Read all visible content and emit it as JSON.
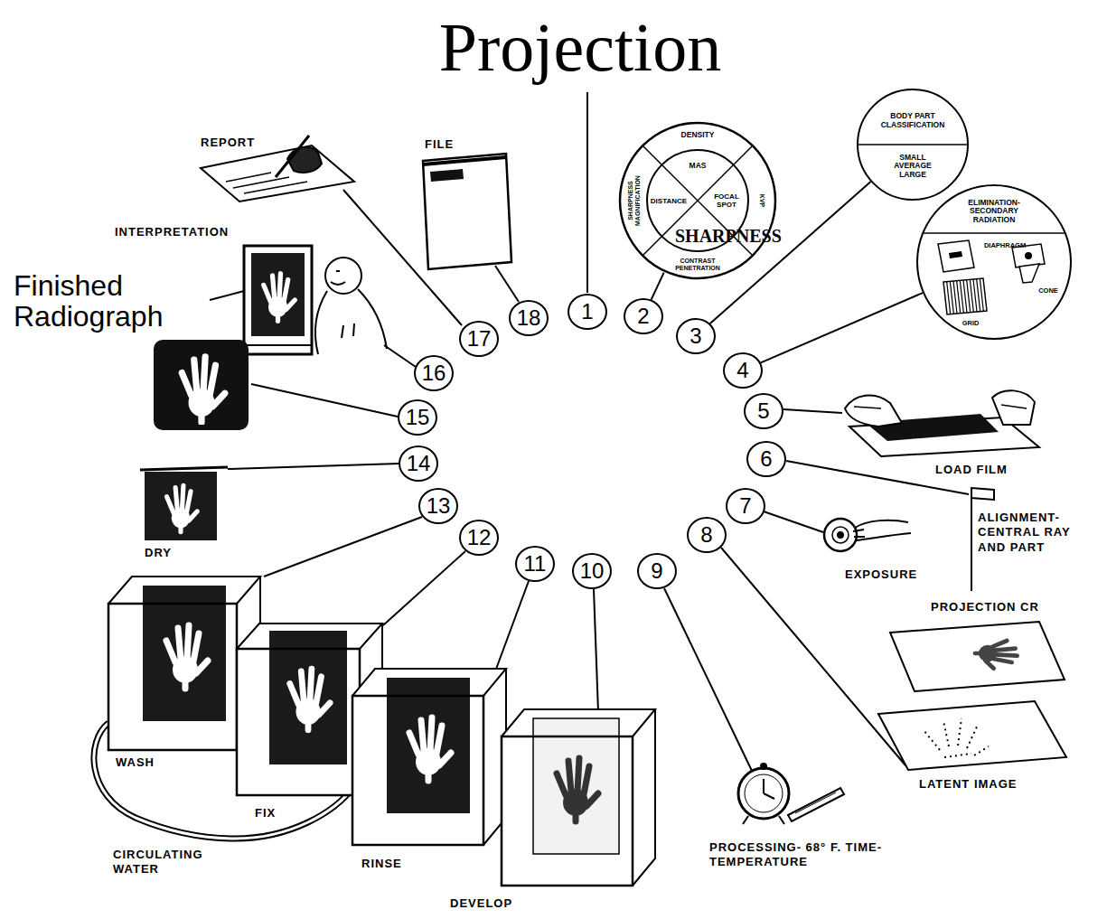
{
  "diagram": {
    "title": "Projection",
    "nodes": [
      {
        "text": [
          "1"
        ]
      },
      {
        "text": [
          "2"
        ]
      },
      {
        "text": [
          "3"
        ]
      },
      {
        "text": [
          "4"
        ]
      },
      {
        "text": [
          "5"
        ]
      },
      {
        "text": [
          "6"
        ]
      },
      {
        "text": [
          "7"
        ]
      },
      {
        "text": [
          "8"
        ]
      },
      {
        "text": [
          "9"
        ]
      },
      {
        "text": [
          "10"
        ]
      },
      {
        "text": [
          "11"
        ]
      },
      {
        "text": [
          "12"
        ]
      },
      {
        "text": [
          "13"
        ]
      },
      {
        "text": [
          "14"
        ]
      },
      {
        "text": [
          "15"
        ]
      },
      {
        "text": [
          "16"
        ]
      },
      {
        "text": [
          "17"
        ]
      },
      {
        "text": [
          "18"
        ]
      },
      {
        "text": [
          "DENSITY",
          "MAS",
          "SHARPNESS MAGNIFICATION",
          "DISTANCE",
          "FOCAL SPOT",
          "SHARPNESS",
          "KVP",
          "CONTRAST PENETRATION"
        ]
      },
      {
        "text": [
          "BODY PART CLASSIFICATION",
          "SMALL AVERAGE LARGE"
        ]
      },
      {
        "text": [
          "ELIMINATION- SECONDARY RADIATION",
          "DIAPHRAGM",
          "CONE",
          "GRID"
        ]
      }
    ],
    "edges": [
      {
        "from": 1,
        "to": 18,
        "arrow": "none"
      },
      {
        "from": 2,
        "to": 19,
        "arrow": "none"
      },
      {
        "from": 3,
        "to": 20,
        "arrow": "none"
      }
    ],
    "labels": [
      "REPORT",
      "FILE",
      "INTERPRETATION",
      "Finished Radiograph",
      "LOAD FILM",
      "ALIGNMENT- CENTRAL RAY AND PART",
      "EXPOSURE",
      "PROJECTION CR",
      "DRY",
      "LATENT IMAGE",
      "WASH",
      "FIX",
      "CIRCULATING WATER",
      "RINSE",
      "PROCESSING- 68° F. TIME-TEMPERATURE",
      "DEVELOP"
    ]
  }
}
